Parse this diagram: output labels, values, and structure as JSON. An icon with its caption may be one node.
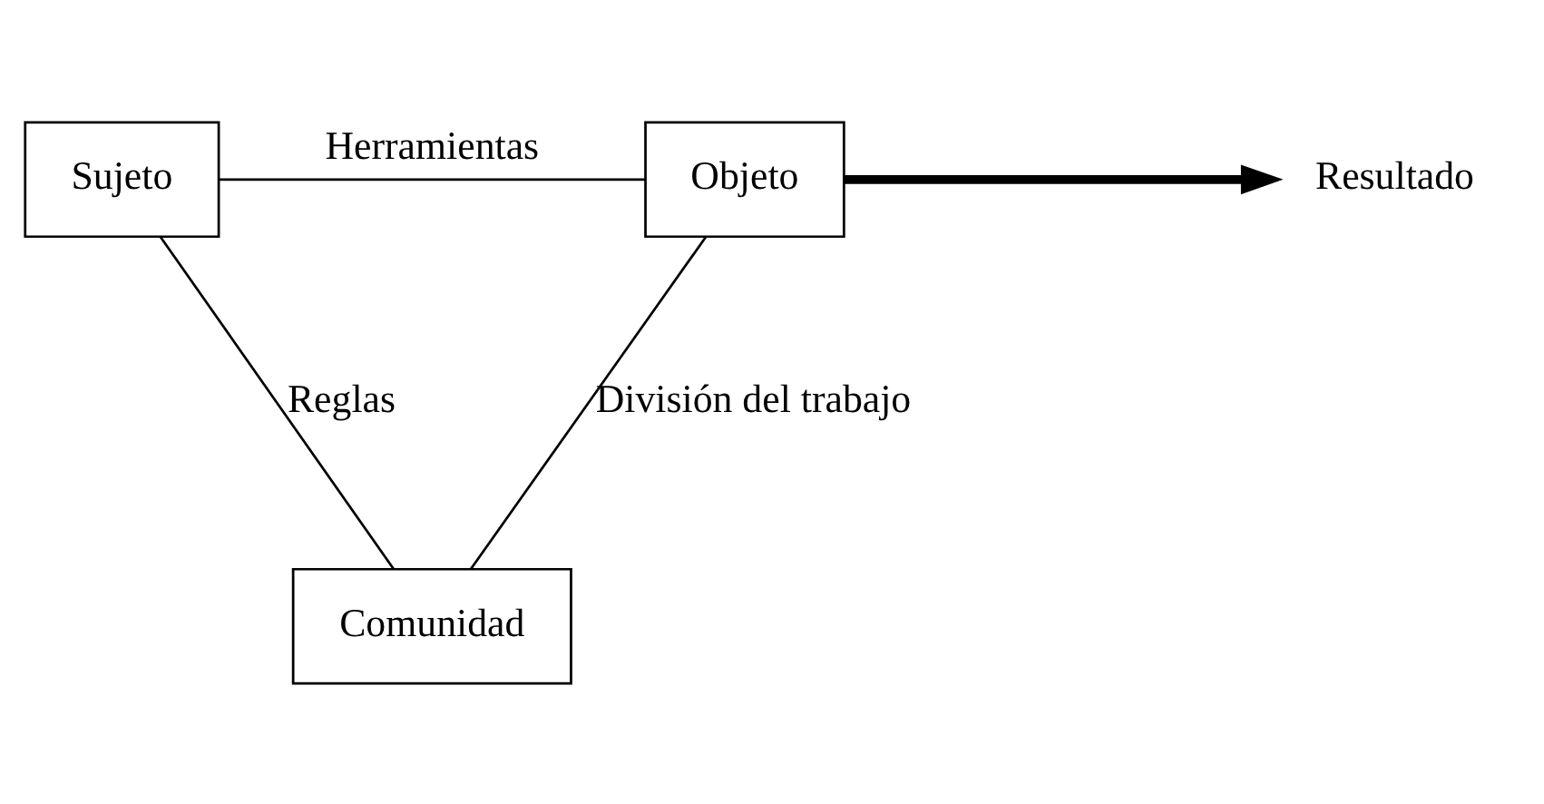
{
  "diagram": {
    "nodes": [
      {
        "text": [
          "Sujeto"
        ]
      },
      {
        "text": [
          "Objeto"
        ]
      },
      {
        "text": [
          "Resultado"
        ]
      },
      {
        "text": [
          "Comunidad"
        ]
      }
    ],
    "edges": [
      {
        "from": 0,
        "to": 1,
        "arrow": "none",
        "label": "Herramientas"
      },
      {
        "from": 1,
        "to": 2,
        "arrow": "to",
        "style": "thick"
      },
      {
        "from": 0,
        "to": 3,
        "arrow": "none",
        "label": "Reglas"
      },
      {
        "from": 1,
        "to": 3,
        "arrow": "none",
        "label": "División del trabajo"
      }
    ]
  }
}
